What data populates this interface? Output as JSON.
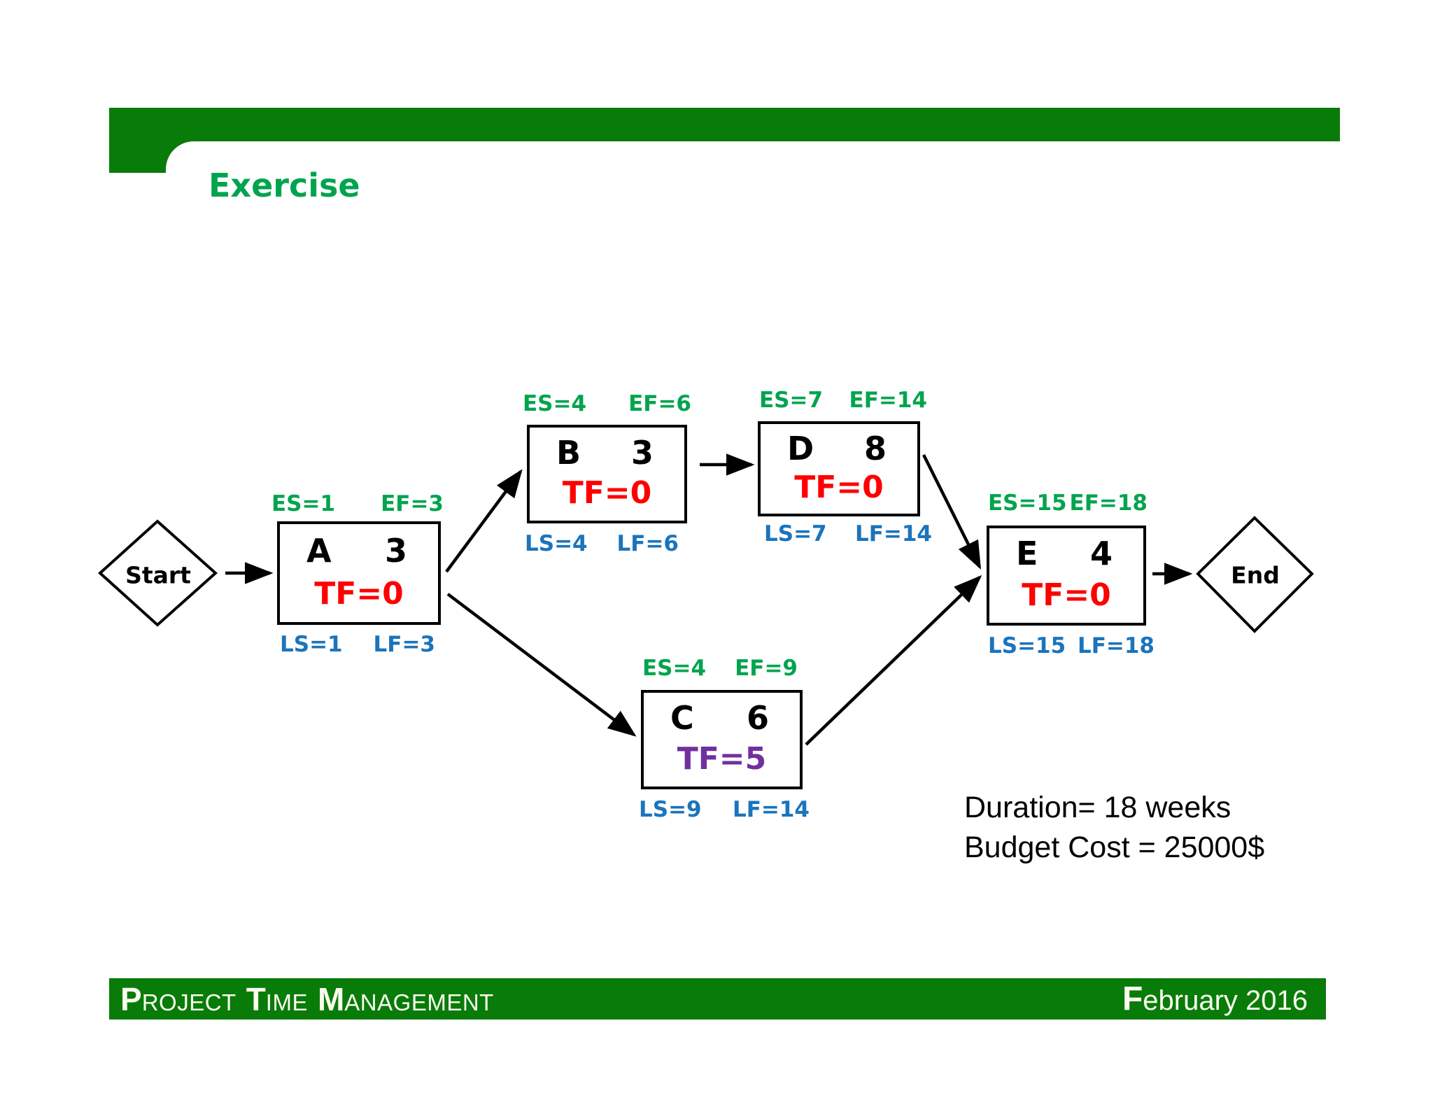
{
  "title": "Exercise",
  "terminals": {
    "start": "Start",
    "end": "End"
  },
  "nodes": {
    "a": {
      "label": "A",
      "duration": "3",
      "tf": "TF=0",
      "es": "ES=1",
      "ef": "EF=3",
      "ls": "LS=1",
      "lf": "LF=3"
    },
    "b": {
      "label": "B",
      "duration": "3",
      "tf": "TF=0",
      "es": "ES=4",
      "ef": "EF=6",
      "ls": "LS=4",
      "lf": "LF=6"
    },
    "c": {
      "label": "C",
      "duration": "6",
      "tf": "TF=5",
      "es": "ES=4",
      "ef": "EF=9",
      "ls": "LS=9",
      "lf": "LF=14"
    },
    "d": {
      "label": "D",
      "duration": "8",
      "tf": "TF=0",
      "es": "ES=7",
      "ef": "EF=14",
      "ls": "LS=7",
      "lf": "LF=14"
    },
    "e": {
      "label": "E",
      "duration": "4",
      "tf": "TF=0",
      "es": "ES=15",
      "ef": "EF=18",
      "ls": "LS=15",
      "lf": "LF=18"
    }
  },
  "notes": {
    "duration": "Duration= 18 weeks",
    "budget": "Budget Cost = 25000$"
  },
  "footer": {
    "left": [
      {
        "initial": "P",
        "rest": "ROJECT"
      },
      {
        "initial": "T",
        "rest": "IME"
      },
      {
        "initial": "M",
        "rest": "ANAGEMENT"
      }
    ],
    "right": {
      "initial": "F",
      "rest": "ebruary 2016"
    }
  },
  "colors": {
    "bar_green": "#097B09",
    "title_green": "#00A44E",
    "early_date_green": "#00A44E",
    "late_date_blue": "#1B74BC",
    "critical_float_red": "#FF0000",
    "noncritical_float_purple": "#7030A0",
    "footer_text": "#FBFBEF"
  }
}
